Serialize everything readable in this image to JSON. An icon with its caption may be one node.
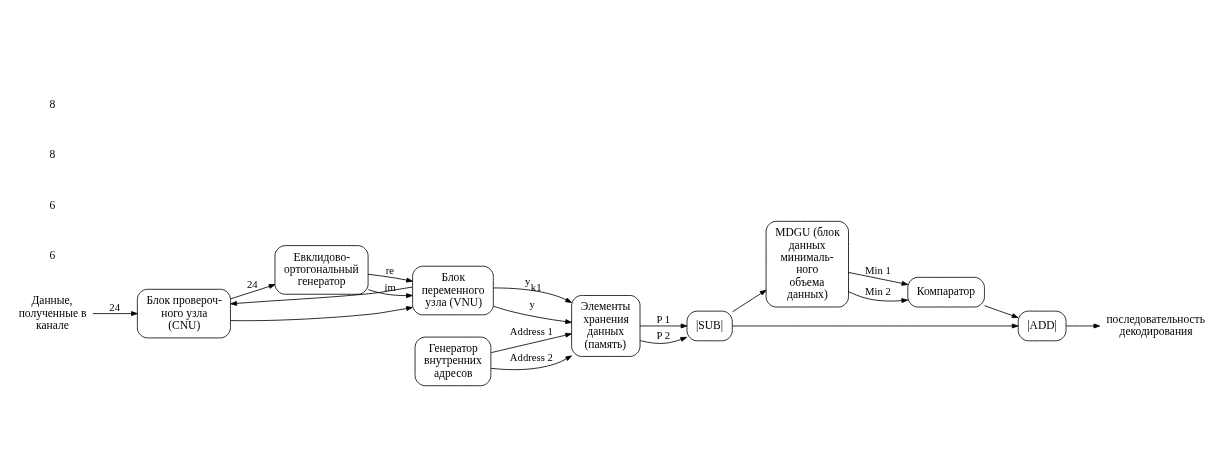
{
  "diagram": {
    "nodes": [
      {
        "text": [
          "Данные, полученные в канале"
        ]
      },
      {
        "text": [
          "Блок провероч- ного узла (CNU)"
        ]
      },
      {
        "text": [
          "Евклидово- ортогональный генератор"
        ]
      },
      {
        "text": [
          "Блок переменного узла (VNU)"
        ]
      },
      {
        "text": [
          "Элементы хранения данных (память)"
        ]
      },
      {
        "text": [
          "|SUB|"
        ]
      },
      {
        "text": [
          "MDGU (блок данных минималь- ного объема данных)"
        ]
      },
      {
        "text": [
          "Компаратор"
        ]
      },
      {
        "text": [
          "|ADD|"
        ]
      },
      {
        "text": [
          "Генератор внутренних адресов"
        ]
      },
      {
        "text": [
          "последовательность декодирования"
        ]
      }
    ],
    "edges": [
      {
        "from": 0,
        "to": 1,
        "arrow": "to",
        "label": "24"
      },
      {
        "from": 1,
        "to": 2,
        "arrow": "to",
        "label": "24"
      },
      {
        "from": 2,
        "to": 3,
        "arrow": "to",
        "label": "re"
      },
      {
        "from": 2,
        "to": 3,
        "arrow": "to",
        "label": "im"
      },
      {
        "from": 1,
        "to": 3,
        "arrow": "to"
      },
      {
        "from": 3,
        "to": 1,
        "arrow": "to"
      },
      {
        "from": 3,
        "to": 4,
        "arrow": "to",
        "label": "y$_{k1}$"
      },
      {
        "from": 3,
        "to": 4,
        "arrow": "to",
        "label": "y"
      },
      {
        "from": 4,
        "to": 5,
        "arrow": "to",
        "label": "P 1"
      },
      {
        "from": 4,
        "to": 5,
        "arrow": "to",
        "label": "P 2"
      },
      {
        "from": 5,
        "to": 6,
        "arrow": "to"
      },
      {
        "from": 5,
        "to": 8,
        "arrow": "to"
      },
      {
        "from": 6,
        "to": 7,
        "arrow": "to",
        "label": "Min 1"
      },
      {
        "from": 6,
        "to": 7,
        "arrow": "to",
        "label": "Min 2"
      },
      {
        "from": 7,
        "to": 8,
        "arrow": "to"
      },
      {
        "from": 8,
        "to": 10,
        "arrow": "to"
      },
      {
        "from": 9,
        "to": 4,
        "arrow": "to",
        "label": "Address 1"
      },
      {
        "from": 9,
        "to": 4,
        "arrow": "to",
        "label": "Address 2"
      }
    ],
    "labels": [
      "6",
      "6",
      "8",
      "8"
    ]
  }
}
